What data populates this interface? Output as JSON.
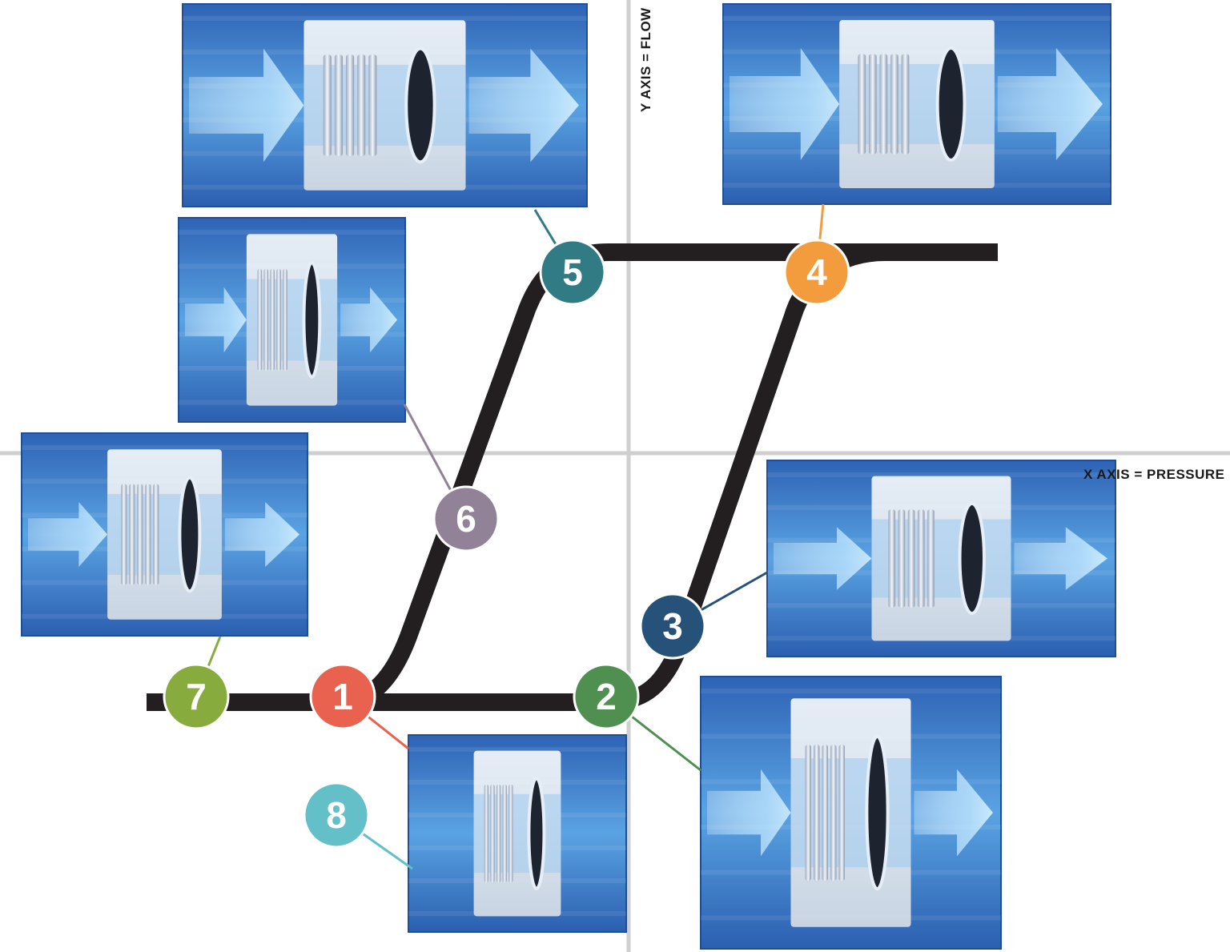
{
  "axes": {
    "y_label": "Y AXIS = FLOW",
    "x_label": "X AXIS = PRESSURE"
  },
  "colors": {
    "curve": "#231f20",
    "axis": "#cfcfcf",
    "water_dark": "#2b5fb0",
    "water_light": "#6fb2ea",
    "valve_body": "#e9eef3",
    "seal": "#1d2430"
  },
  "badges": [
    {
      "label": "1",
      "color": "#e8624f"
    },
    {
      "label": "2",
      "color": "#4f8f4f"
    },
    {
      "label": "3",
      "color": "#26527a"
    },
    {
      "label": "4",
      "color": "#f39c3d"
    },
    {
      "label": "5",
      "color": "#317b84"
    },
    {
      "label": "6",
      "color": "#918297"
    },
    {
      "label": "7",
      "color": "#87ac3d"
    },
    {
      "label": "8",
      "color": "#63bfc8"
    }
  ],
  "panels": [
    {
      "state": "open",
      "flow": "full"
    },
    {
      "state": "open",
      "flow": "full"
    },
    {
      "state": "closing",
      "flow": "partial"
    },
    {
      "state": "closing",
      "flow": "reduced"
    },
    {
      "state": "opening",
      "flow": "partial"
    },
    {
      "state": "opening",
      "flow": "starting"
    },
    {
      "state": "closed",
      "flow": "none"
    },
    {
      "state": "closed",
      "flow": "none"
    }
  ]
}
